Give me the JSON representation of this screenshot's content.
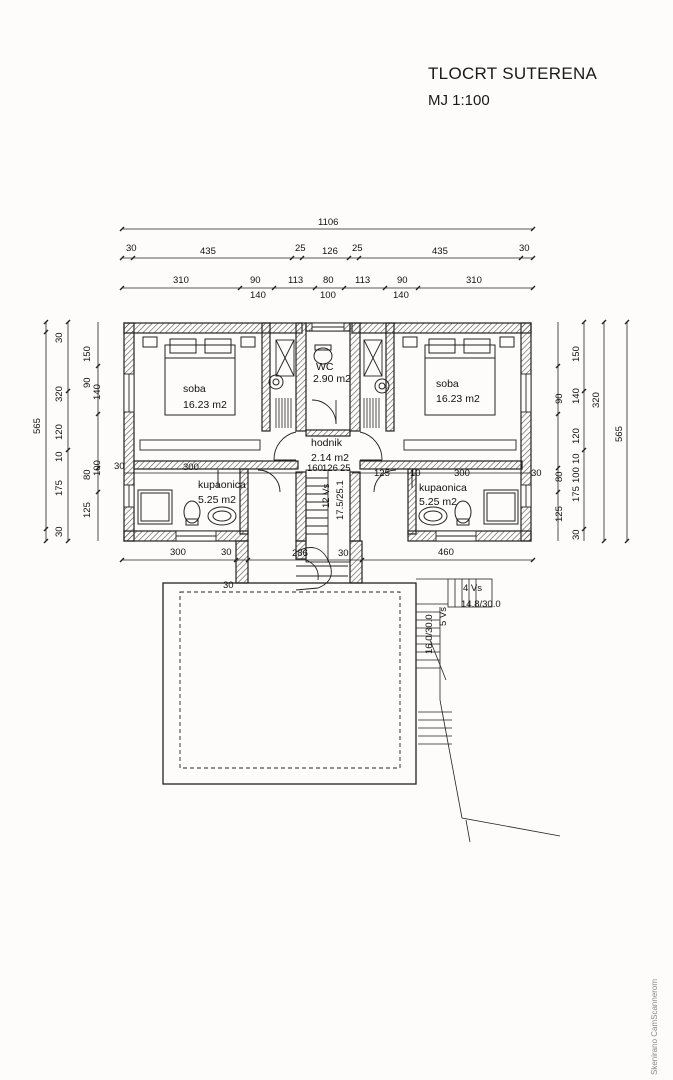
{
  "header": {
    "title": "TLOCRT SUTERENA",
    "scale": "MJ 1:100"
  },
  "dimensions": {
    "total": "1106",
    "row1": [
      "30",
      "435",
      "25",
      "126",
      "25",
      "435",
      "30"
    ],
    "row2": [
      "310",
      "90",
      "113",
      "80",
      "113",
      "90",
      "310"
    ],
    "row2_sub": [
      "140",
      "100",
      "140"
    ],
    "left_outer": "565",
    "left_mid": [
      "30",
      "150",
      "320",
      "120",
      "10",
      "175",
      "30"
    ],
    "left_inner": [
      "90",
      "140",
      "80",
      "100",
      "125"
    ],
    "right_outer": "565",
    "right_mid": [
      "150",
      "320",
      "120",
      "10",
      "175",
      "30"
    ],
    "right_inner": [
      "90",
      "140",
      "80",
      "100",
      "125"
    ],
    "interior": [
      "300",
      "30",
      "160",
      "126",
      "25",
      "125",
      "10",
      "300",
      "30",
      "30"
    ],
    "bottom": [
      "300",
      "30",
      "286",
      "460",
      "30"
    ]
  },
  "rooms": {
    "soba_left": {
      "name": "soba",
      "area": "16.23 m2"
    },
    "soba_right": {
      "name": "soba",
      "area": "16.23 m2"
    },
    "wc": {
      "name": "WC",
      "area": "2.90 m2"
    },
    "hodnik": {
      "name": "hodnik",
      "area": "2.14 m2"
    },
    "kup_left": {
      "name": "kupaonica",
      "area": "5.25 m2"
    },
    "kup_right": {
      "name": "kupaonica",
      "area": "5.25 m2"
    }
  },
  "stairs": {
    "inner_count": "12 Vs",
    "inner_size": "17.5/25.1",
    "outer_top_count": "4 Vs",
    "outer_top_size": "14.8/30.0",
    "outer_side_count": "5 Vs",
    "outer_side_size": "16.0/30.0"
  },
  "watermark": "Skenirano CamScannerom"
}
